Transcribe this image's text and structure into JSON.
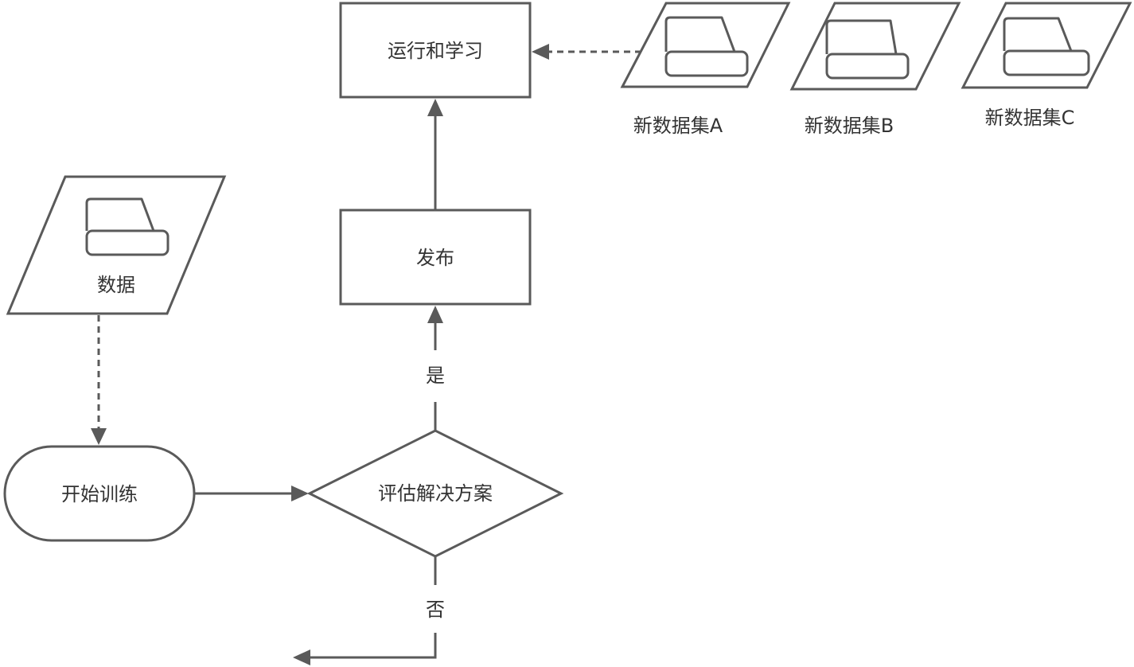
{
  "nodes": {
    "run_learn": "运行和学习",
    "publish": "发布",
    "data": "数据",
    "start_training": "开始训练",
    "evaluate": "评估解决方案"
  },
  "datasets": [
    {
      "label": "新数据集A"
    },
    {
      "label": "新数据集B"
    },
    {
      "label": "新数据集C"
    }
  ],
  "edges": {
    "yes": "是",
    "no": "否"
  },
  "icons": {
    "data_symbol": "storage-drive-icon"
  },
  "colors": {
    "stroke": "#5a5a5a",
    "text": "#333333",
    "background": "#ffffff"
  }
}
